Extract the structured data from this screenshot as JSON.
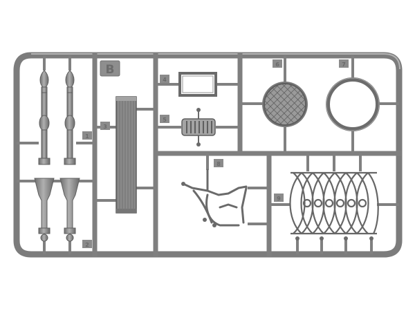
{
  "photo": {
    "subject": "plastic model kit sprue with moulded parts",
    "colors": {
      "background": "#ffffff",
      "plastic": "#8e8e8e",
      "plastic_light": "#a9a9a9",
      "plastic_dark": "#5f5f5f",
      "tag_text": "#6a6a6a"
    }
  },
  "sprue": {
    "letter": "B",
    "part_numbers": [
      "1",
      "2",
      "3",
      "4",
      "5",
      "6",
      "7",
      "8",
      "9"
    ]
  }
}
